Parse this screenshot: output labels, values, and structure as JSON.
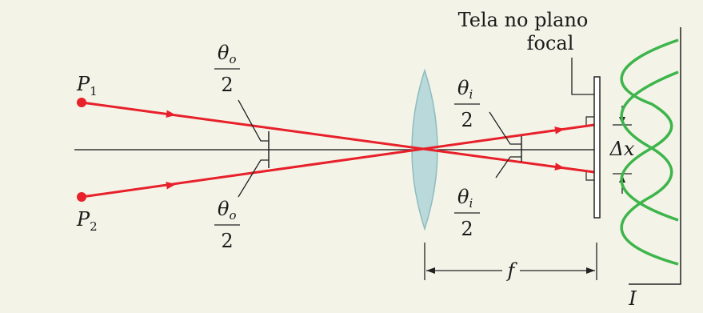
{
  "colors": {
    "background": "#f3f3e8",
    "ray": "#e8202a",
    "lens_fill": "#b9d9da",
    "lens_stroke": "#7fb3b6",
    "intensity": "#3db54a",
    "lines": "#222222"
  },
  "labels": {
    "screen_line1": "Tela no plano",
    "screen_line2": "focal",
    "p1_letter": "P",
    "p1_sub": "1",
    "p2_letter": "P",
    "p2_sub": "2",
    "theta": "θ",
    "theta_o_sub": "o",
    "theta_i_sub": "i",
    "two": "2",
    "delta_x": "Δx",
    "focal": "f",
    "intensity": "I"
  }
}
